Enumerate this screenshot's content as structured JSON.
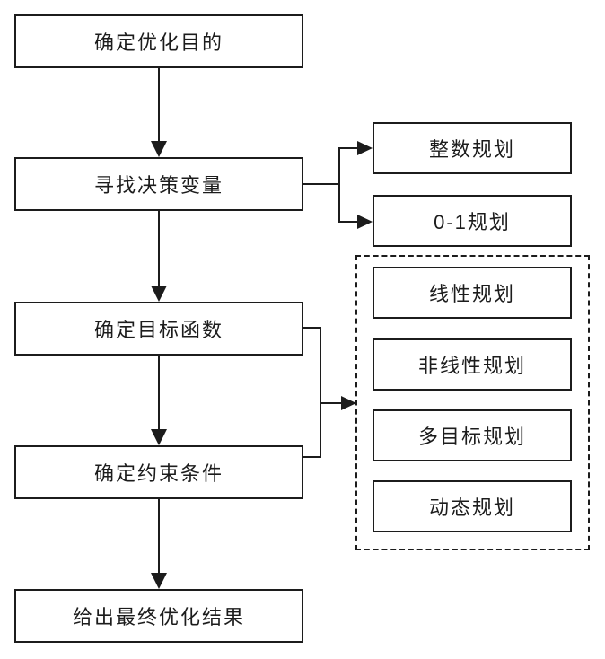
{
  "diagram": {
    "title": "optimization-modeling-flowchart",
    "colors": {
      "background": "#ffffff",
      "line": "#1c1c1c",
      "text": "#1c1c1c"
    },
    "flow_steps": [
      {
        "label": "确定优化目的"
      },
      {
        "label": "寻找决策变量"
      },
      {
        "label": "确定目标函数"
      },
      {
        "label": "确定约束条件"
      },
      {
        "label": "给出最终优化结果"
      }
    ],
    "decision_variable_branches": [
      {
        "label": "整数规划"
      },
      {
        "label": "0-1规划"
      }
    ],
    "programming_type_group": {
      "style": "dashed-container",
      "items": [
        {
          "label": "线性规划"
        },
        {
          "label": "非线性规划"
        },
        {
          "label": "多目标规划"
        },
        {
          "label": "动态规划"
        }
      ]
    }
  }
}
